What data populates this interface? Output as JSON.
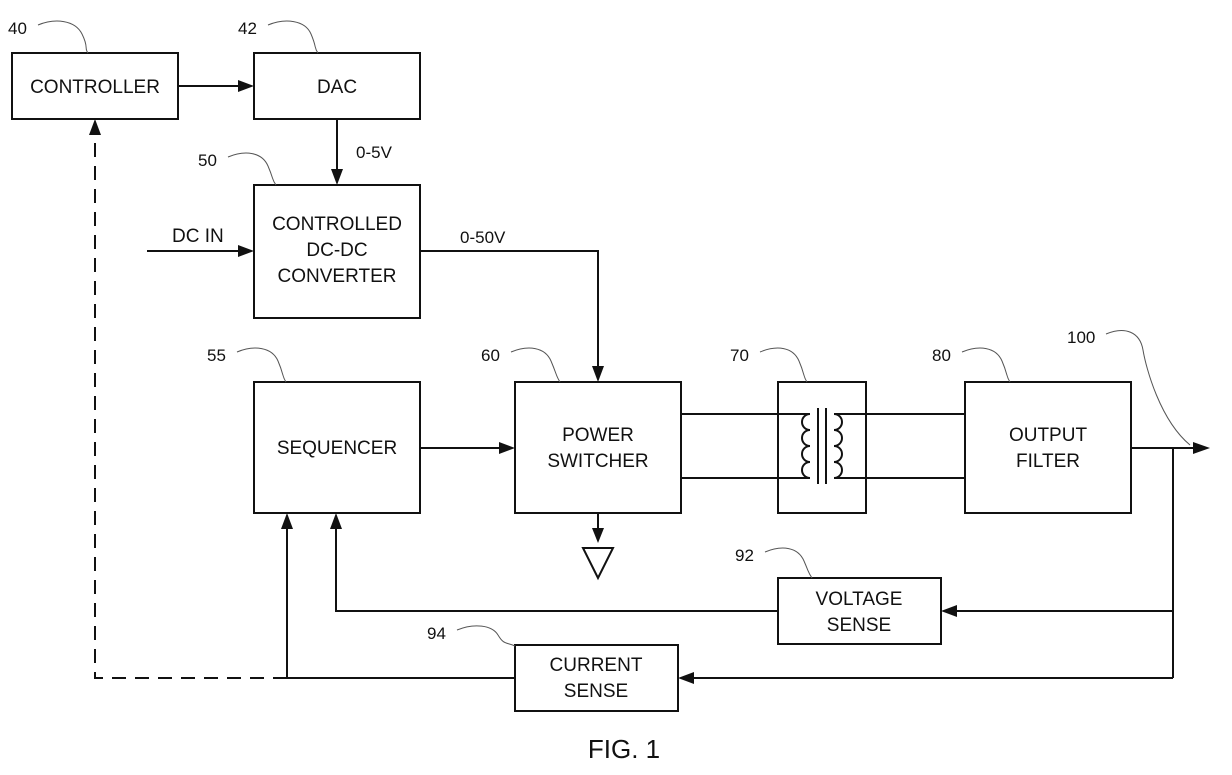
{
  "blocks": {
    "controller": {
      "label": "CONTROLLER",
      "ref": "40"
    },
    "dac": {
      "label": "DAC",
      "ref": "42"
    },
    "converter": {
      "lines": [
        "CONTROLLED",
        "DC-DC",
        "CONVERTER"
      ],
      "ref": "50"
    },
    "sequencer": {
      "label": "SEQUENCER",
      "ref": "55"
    },
    "power_switcher": {
      "lines": [
        "POWER",
        "SWITCHER"
      ],
      "ref": "60"
    },
    "transformer": {
      "ref": "70"
    },
    "output_filter": {
      "lines": [
        "OUTPUT",
        "FILTER"
      ],
      "ref": "80"
    },
    "voltage_sense": {
      "lines": [
        "VOLTAGE",
        "SENSE"
      ],
      "ref": "92"
    },
    "current_sense": {
      "lines": [
        "CURRENT",
        "SENSE"
      ],
      "ref": "94"
    },
    "output": {
      "ref": "100"
    }
  },
  "signals": {
    "dac_out": "0-5V",
    "dc_in": "DC IN",
    "converter_out": "0-50V"
  },
  "figure_label": "FIG. 1"
}
